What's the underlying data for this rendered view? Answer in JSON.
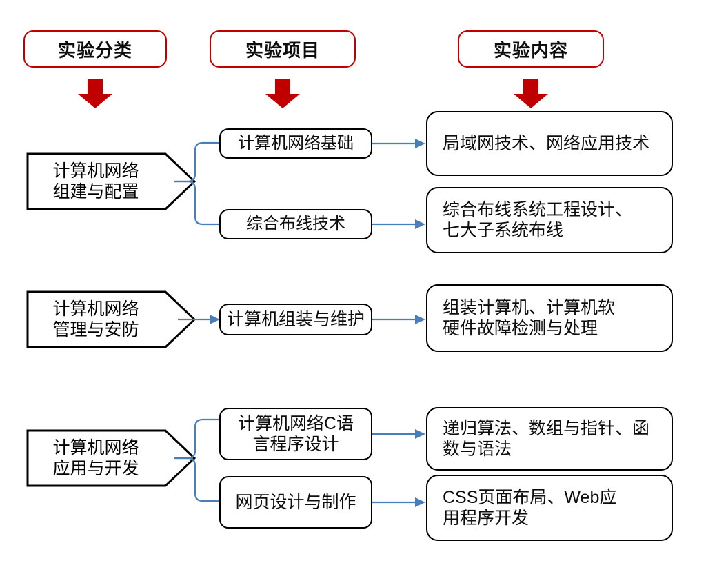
{
  "headers": [
    {
      "label": "实验分类",
      "name": "header-category"
    },
    {
      "label": "实验项目",
      "name": "header-project"
    },
    {
      "label": "实验内容",
      "name": "header-content"
    }
  ],
  "colors": {
    "header_border": "#C00000",
    "arrow_red": "#C00000",
    "box_border": "#000000",
    "connector_blue": "#4A7EBB",
    "text": "#0D0D0D",
    "background": "#FFFFFF"
  },
  "rows": [
    {
      "category": {
        "line1": "计算机网络",
        "line2": "组建与配置"
      },
      "items": [
        {
          "project": {
            "line1": "计算机网络基础"
          },
          "content": {
            "line1": "局域网技术、网络应用技术"
          }
        },
        {
          "project": {
            "line1": "综合布线技术"
          },
          "content": {
            "line1": "综合布线系统工程设计、",
            "line2": "七大子系统布线"
          }
        }
      ]
    },
    {
      "category": {
        "line1": "计算机网络",
        "line2": "管理与安防"
      },
      "items": [
        {
          "project": {
            "line1": "计算机组装与维护"
          },
          "content": {
            "line1": "组装计算机、计算机软",
            "line2": "硬件故障检测与处理"
          }
        }
      ]
    },
    {
      "category": {
        "line1": "计算机网络",
        "line2": "应用与开发"
      },
      "items": [
        {
          "project": {
            "line1": "计算机网络C语",
            "line2": "言程序设计"
          },
          "content": {
            "line1": "递归算法、数组与指针、函",
            "line2": "数与语法"
          }
        },
        {
          "project": {
            "line1": "网页设计与制作"
          },
          "content": {
            "line1": "CSS页面布局、Web应",
            "line2": "用程序开发"
          }
        }
      ]
    }
  ]
}
